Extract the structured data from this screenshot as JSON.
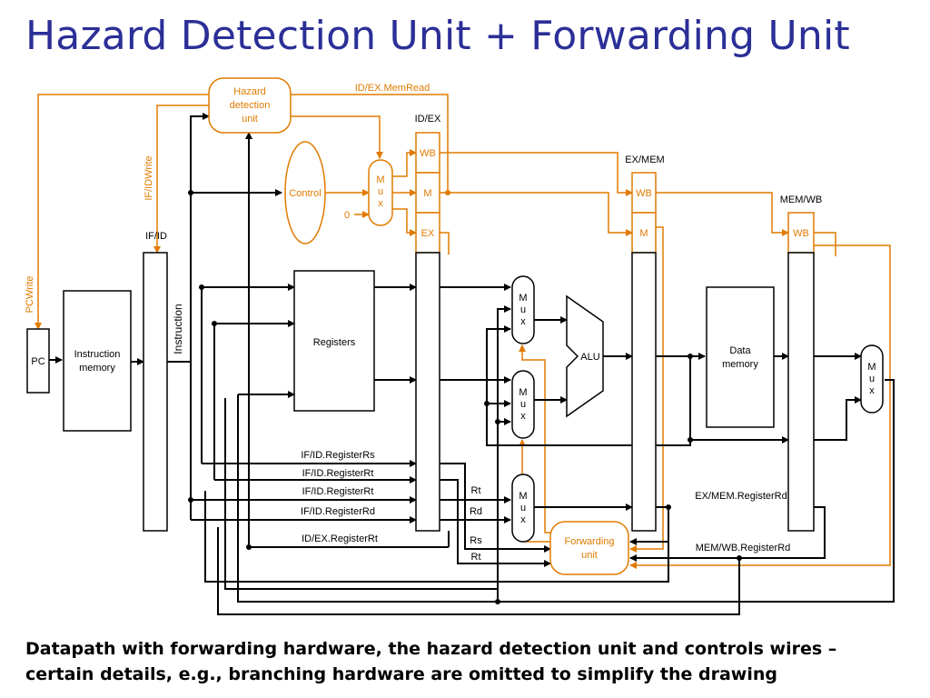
{
  "title": "Hazard Detection Unit + Forwarding Unit",
  "caption_line1": "Datapath with forwarding hardware, the hazard detection unit and  controls wires –",
  "caption_line2": "certain details, e.g., branching hardware are omitted  to simplify the drawing",
  "colors": {
    "title": "#2b2f97",
    "control": "#e07b00",
    "wire": "#000000"
  },
  "labels": {
    "hazard_unit": [
      "Hazard",
      "detection",
      "unit"
    ],
    "id_ex_memread": "ID/EX.MemRead",
    "id_ex": "ID/EX",
    "if_idwrite": "IF/IDWrite",
    "pcwrite": "PCWrite",
    "if_id": "IF/ID",
    "ex_mem": "EX/MEM",
    "mem_wb": "MEM/WB",
    "control": "Control",
    "mux_m": "M",
    "mux_u": "u",
    "mux_x": "x",
    "zero": "0",
    "wb": "WB",
    "m": "M",
    "ex": "EX",
    "pc": "PC",
    "instruction_memory": [
      "Instruction",
      "memory"
    ],
    "instruction": "Instruction",
    "registers": "Registers",
    "alu": "ALU",
    "data_memory": [
      "Data",
      "memory"
    ],
    "ifid_registerrs": "IF/ID.RegisterRs",
    "ifid_registerrt_1": "IF/ID.RegisterRt",
    "ifid_registerrt_2": "IF/ID.RegisterRt",
    "ifid_registerrd": "IF/ID.RegisterRd",
    "idex_registerrt": "ID/EX.RegisterRt",
    "rt": "Rt",
    "rd": "Rd",
    "rs": "Rs",
    "rt2": "Rt",
    "forwarding_unit": [
      "Forwarding",
      "unit"
    ],
    "exmem_registerrd": "EX/MEM.RegisterRd",
    "memwb_registerrd": "MEM/WB.RegisterRd"
  }
}
